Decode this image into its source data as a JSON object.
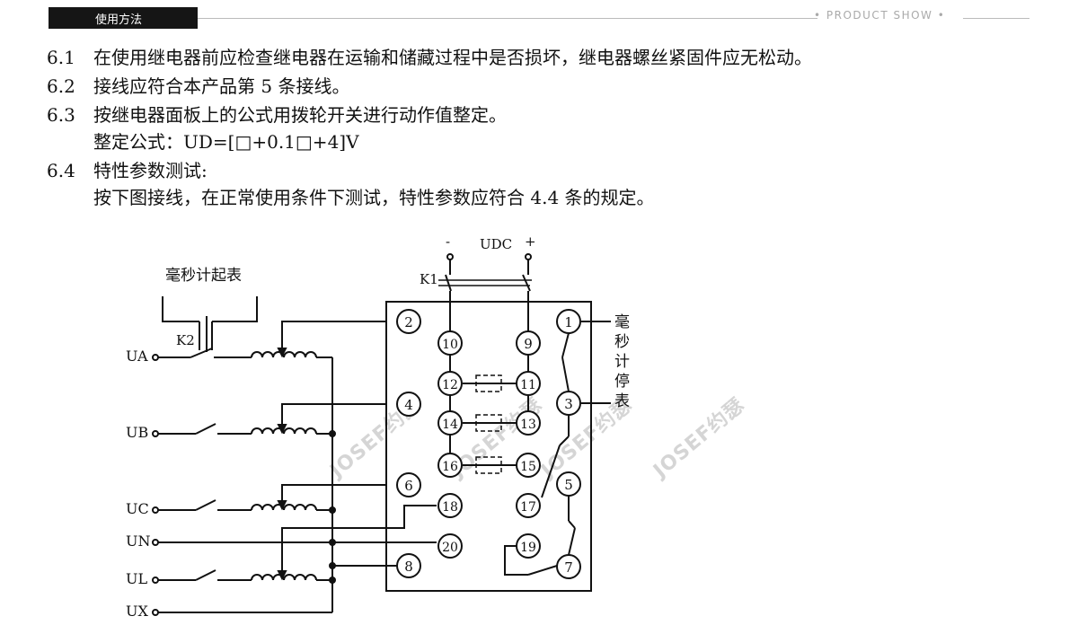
{
  "header": {
    "tag": "使用方法",
    "right": "• PRODUCT SHOW •"
  },
  "content": {
    "items": [
      {
        "num": "6.1",
        "text": "在使用继电器前应检查继电器在运输和储藏过程中是否损坏，继电器螺丝紧固件应无松动。"
      },
      {
        "num": "6.2",
        "text": "接线应符合本产品第 5 条接线。"
      },
      {
        "num": "6.3",
        "text": "按继电器面板上的公式用拨轮开关进行动作值整定。"
      },
      {
        "num": "",
        "text": "整定公式：UD=[□+0.1□+4]V"
      },
      {
        "num": "6.4",
        "text": "特性参数测试:"
      },
      {
        "num": "",
        "text": "按下图接线，在正常使用条件下测试，特性参数应符合 4.4 条的规定。"
      }
    ]
  },
  "diagram": {
    "labels": {
      "start_timer": "毫秒计起表",
      "stop_timer": [
        "毫",
        "秒",
        "计",
        "停",
        "表"
      ],
      "udc": "UDC",
      "minus": "-",
      "plus": "+",
      "k1": "K1",
      "k2": "K2"
    },
    "inputs": [
      "UA",
      "UB",
      "UC",
      "UN",
      "UL",
      "UX"
    ],
    "terminals": [
      "1",
      "2",
      "3",
      "4",
      "5",
      "6",
      "7",
      "8",
      "9",
      "10",
      "11",
      "12",
      "13",
      "14",
      "15",
      "16",
      "17",
      "18",
      "19",
      "20"
    ]
  },
  "watermarks": [
    "JOSEF约瑟",
    "JOSEF约瑟",
    "JOSEF约瑟",
    "JOSEF约瑟"
  ]
}
